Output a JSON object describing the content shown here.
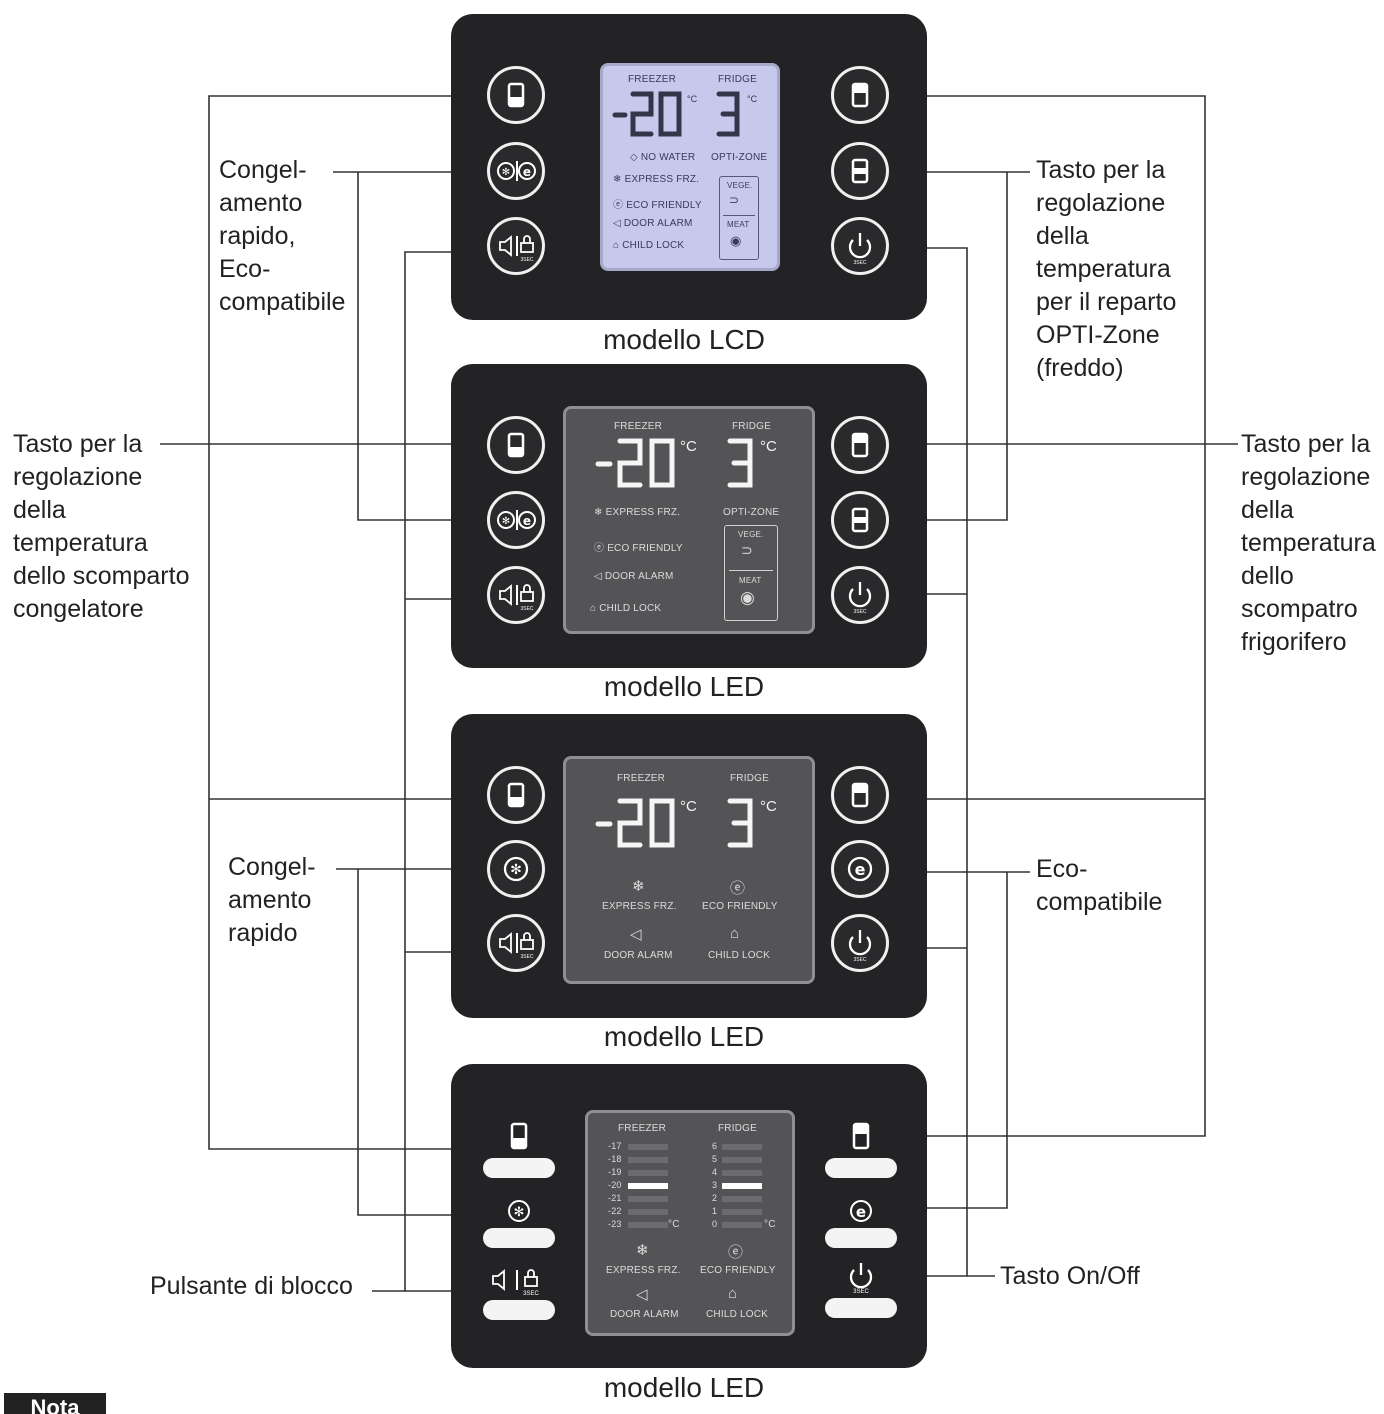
{
  "models": {
    "lcd": "modello LCD",
    "led1": "modello LED",
    "led2": "modello LED",
    "led3": "modello LED"
  },
  "callouts": {
    "rapid_eco": [
      "Congel-",
      "amento",
      "rapido,",
      "Eco-",
      "compatibile"
    ],
    "opti_zone": [
      "Tasto per la",
      "regolazione",
      "della",
      "temperatura",
      "per il reparto",
      "OPTI-Zone",
      "(freddo)"
    ],
    "freezer_temp": [
      "Tasto per la",
      "regolazione",
      "della",
      "temperatura",
      "dello scomparto",
      "congelatore"
    ],
    "fridge_temp": [
      "Tasto per la",
      "regolazione",
      "della",
      "temperatura",
      "dello",
      "scompatro",
      "frigorifero"
    ],
    "rapid": [
      "Congel-",
      "amento",
      "rapido"
    ],
    "eco": [
      "Eco-",
      "compatibile"
    ],
    "lock": "Pulsante di blocco",
    "onoff": "Tasto On/Off"
  },
  "display": {
    "freezer": "FREEZER",
    "fridge": "FRIDGE",
    "freezer_temp": "-20",
    "fridge_temp": "3",
    "unit": "°C",
    "no_water": "NO WATER",
    "opti_zone": "OPTI-ZONE",
    "express": "EXPRESS FRZ.",
    "eco": "ECO FRIENDLY",
    "door_alarm": "DOOR ALARM",
    "child_lock": "CHILD LOCK",
    "vege": "VEGE.",
    "meat": "MEAT",
    "unit_small": "°C",
    "freezer_scale": [
      "-17",
      "-18",
      "-19",
      "-20",
      "-21",
      "-22",
      "-23"
    ],
    "fridge_scale": [
      "6",
      "5",
      "4",
      "3",
      "2",
      "1",
      "0"
    ],
    "freezer_level": "-20",
    "fridge_level": "3"
  },
  "button_caption": "3SEC",
  "nota": "Nota",
  "colors": {
    "panel": "#232325",
    "lcd_screen": "#c6c9ec",
    "led_screen": "#545457",
    "button_ring": "#f0f0f0",
    "leader_line": "#333333"
  }
}
